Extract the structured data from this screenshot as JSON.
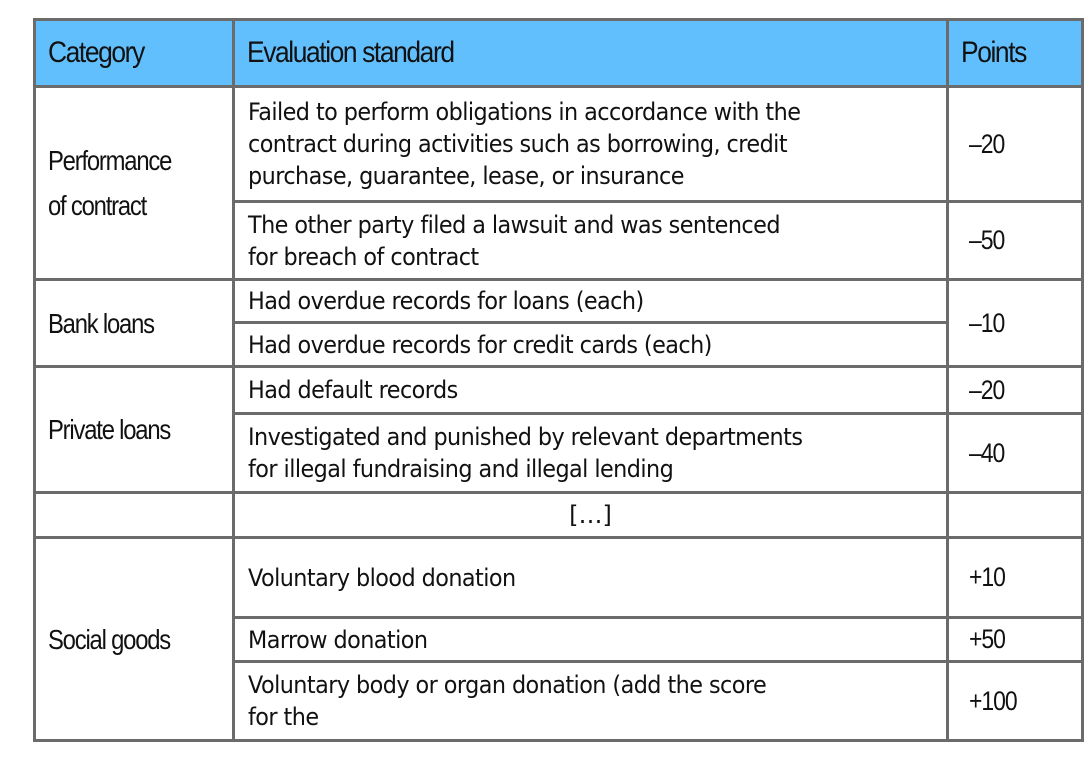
{
  "table": {
    "header": {
      "category": "Category",
      "standard": "Evaluation standard",
      "points": "Points"
    },
    "groups": [
      {
        "category_line1": "Performance",
        "category_line2": "of contract",
        "rows": [
          {
            "standard_lines": [
              "Failed to perform obligations in accordance with the",
              "contract during activities such as borrowing, credit",
              "purchase, guarantee, lease, or insurance"
            ],
            "points": "–20"
          },
          {
            "standard_lines": [
              "The other party filed a lawsuit and was sentenced",
              "for breach of contract"
            ],
            "points": "–50"
          }
        ]
      },
      {
        "category_line1": "Bank loans",
        "rows": [
          {
            "standard_lines": [
              "Had overdue records for loans (each)"
            ]
          },
          {
            "standard_lines": [
              "Had overdue records for credit cards (each)"
            ]
          }
        ],
        "shared_points": "–10"
      },
      {
        "category_line1": "Private loans",
        "rows": [
          {
            "standard_lines": [
              "Had default records"
            ],
            "points": "–20"
          },
          {
            "standard_lines": [
              "Investigated and punished by relevant departments",
              "for illegal fundraising and illegal lending"
            ],
            "points": "–40"
          }
        ]
      },
      {
        "ellipsis": "[…]"
      },
      {
        "category_line1": "Social goods",
        "rows": [
          {
            "standard_lines": [
              "Voluntary blood donation"
            ],
            "points": "+10"
          },
          {
            "standard_lines": [
              "Marrow donation"
            ],
            "points": "+50"
          },
          {
            "standard_lines": [
              "Voluntary body or organ donation (add the score",
              "for the"
            ],
            "points": "+100"
          }
        ]
      }
    ]
  },
  "colors": {
    "header_bg": "#62bffe",
    "border": "#6b6b6b"
  }
}
